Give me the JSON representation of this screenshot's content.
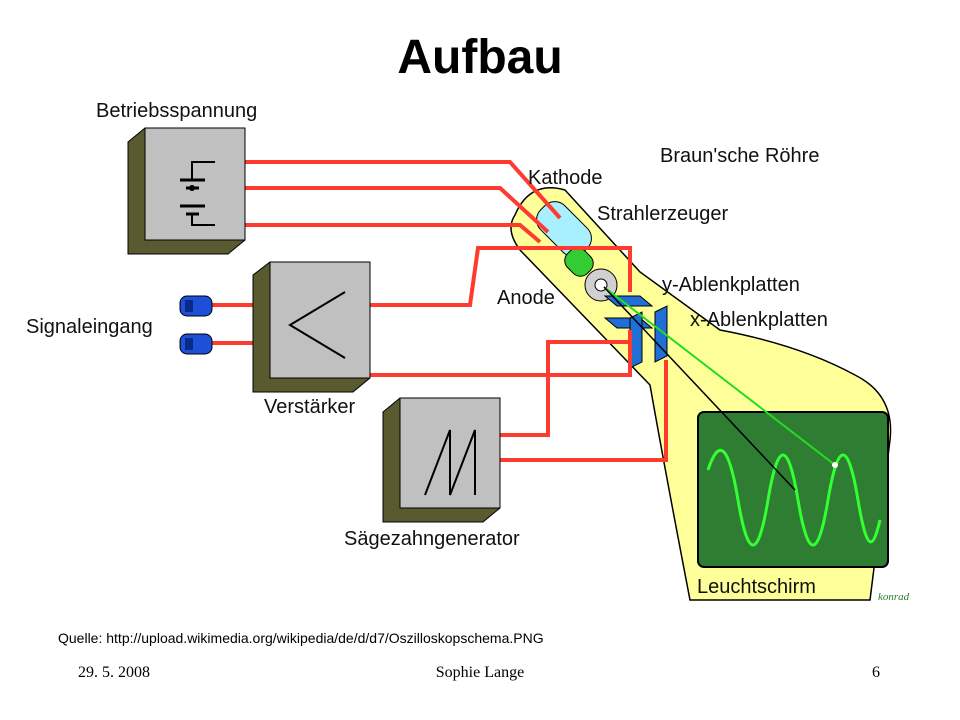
{
  "slide": {
    "title": "Aufbau",
    "source": "Quelle: http://upload.wikimedia.org/wikipedia/de/d/d7/Oszilloskopschema.PNG"
  },
  "footer": {
    "date": "29. 5. 2008",
    "author": "Sophie Lange",
    "page": "6"
  },
  "diagram": {
    "labels": {
      "betriebsspannung": "Betriebsspannung",
      "signaleingang": "Signaleingang",
      "verstaerker": "Verstärker",
      "saegezahn": "Sägezahngenerator",
      "braun": "Braun'sche Röhre",
      "kathode": "Kathode",
      "strahlerzeuger": "Strahlerzeuger",
      "anode": "Anode",
      "y_ablenk": "y-Ablenkplatten",
      "x_ablenk": "x-Ablenkplatten",
      "leuchtschirm": "Leuchtschirm",
      "signature": "konrad"
    },
    "colors": {
      "wire": "#ff3b30",
      "tube": "#ffff99",
      "screen": "#2e7d32",
      "trace": "#33ff33",
      "box_face": "#c0c0c0",
      "box_side": "#5a5a30",
      "plug": "#1e4fd8"
    }
  }
}
